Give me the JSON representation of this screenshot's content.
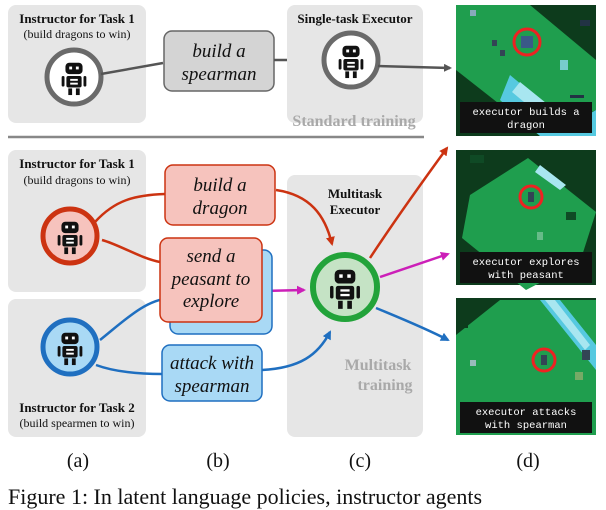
{
  "standard": {
    "instructor_title": "Instructor for Task 1",
    "instructor_sub": "(build dragons to win)",
    "message": [
      "build a",
      "spearman"
    ],
    "executor_title": "Single-task Executor",
    "label": "Standard training",
    "screen_caption": [
      "executor builds a",
      "dragon"
    ]
  },
  "multitask": {
    "instructor1_title": "Instructor for Task 1",
    "instructor1_sub": "(build dragons to win)",
    "instructor2_title": "Instructor for Task 2",
    "instructor2_sub": "(build spearmen to win)",
    "msg_red": [
      "build a",
      "dragon"
    ],
    "msg_red2": [
      "send a",
      "peasant to",
      "explore"
    ],
    "msg_blue": [
      "attack with",
      "spearman"
    ],
    "executor_title": [
      "Multitask",
      "Executor"
    ],
    "label": [
      "Multitask",
      "training"
    ],
    "screen2_caption": [
      "executor explores",
      "with peasant"
    ],
    "screen3_caption": [
      "executor attacks",
      "with spearman"
    ]
  },
  "column_labels": [
    "(a)",
    "(b)",
    "(c)",
    "(d)"
  ],
  "caption": "Figure 1: In latent language policies, instructor agents",
  "colors": {
    "red": "#cc3311",
    "red_fill": "#f6c3bd",
    "blue": "#1f6fc0",
    "blue_fill": "#a9d9f5",
    "green": "#22a33a",
    "green_fill": "#c5e3c5",
    "magenta": "#cc1fb8",
    "gray_panel": "#e6e6e6",
    "game_green": "#1f9e4e",
    "game_dark": "#0d3b1c"
  }
}
